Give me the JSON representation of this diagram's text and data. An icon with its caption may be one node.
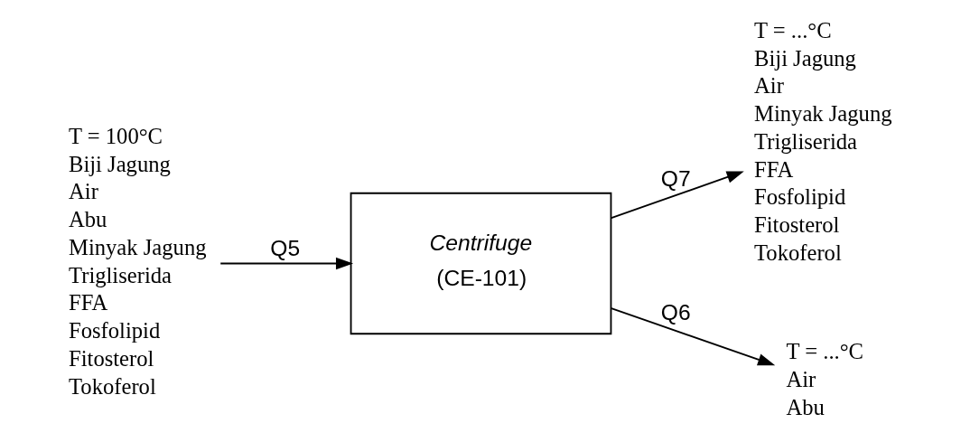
{
  "diagram": {
    "nodes": [
      {
        "text": [
          "T = 100°C",
          "Biji Jagung",
          "Air",
          "Abu",
          "Minyak Jagung",
          "Trigliserida",
          "FFA",
          "Fosfolipid",
          "Fitosterol",
          "Tokoferol"
        ]
      },
      {
        "text": [
          "Centrifuge",
          "(CE-101)"
        ]
      },
      {
        "text": [
          "T = ...°C",
          "Biji Jagung",
          "Air",
          "Minyak Jagung",
          "Trigliserida",
          "FFA",
          "Fosfolipid",
          "Fitosterol",
          "Tokoferol"
        ]
      },
      {
        "text": [
          "T = ...°C",
          "Air",
          "Abu"
        ]
      }
    ],
    "edges": [
      {
        "from": 0,
        "to": 1,
        "arrow": "to",
        "label": "Q5"
      },
      {
        "from": 1,
        "to": 2,
        "arrow": "to",
        "label": "Q7"
      },
      {
        "from": 1,
        "to": 3,
        "arrow": "to",
        "label": "Q6"
      }
    ]
  }
}
